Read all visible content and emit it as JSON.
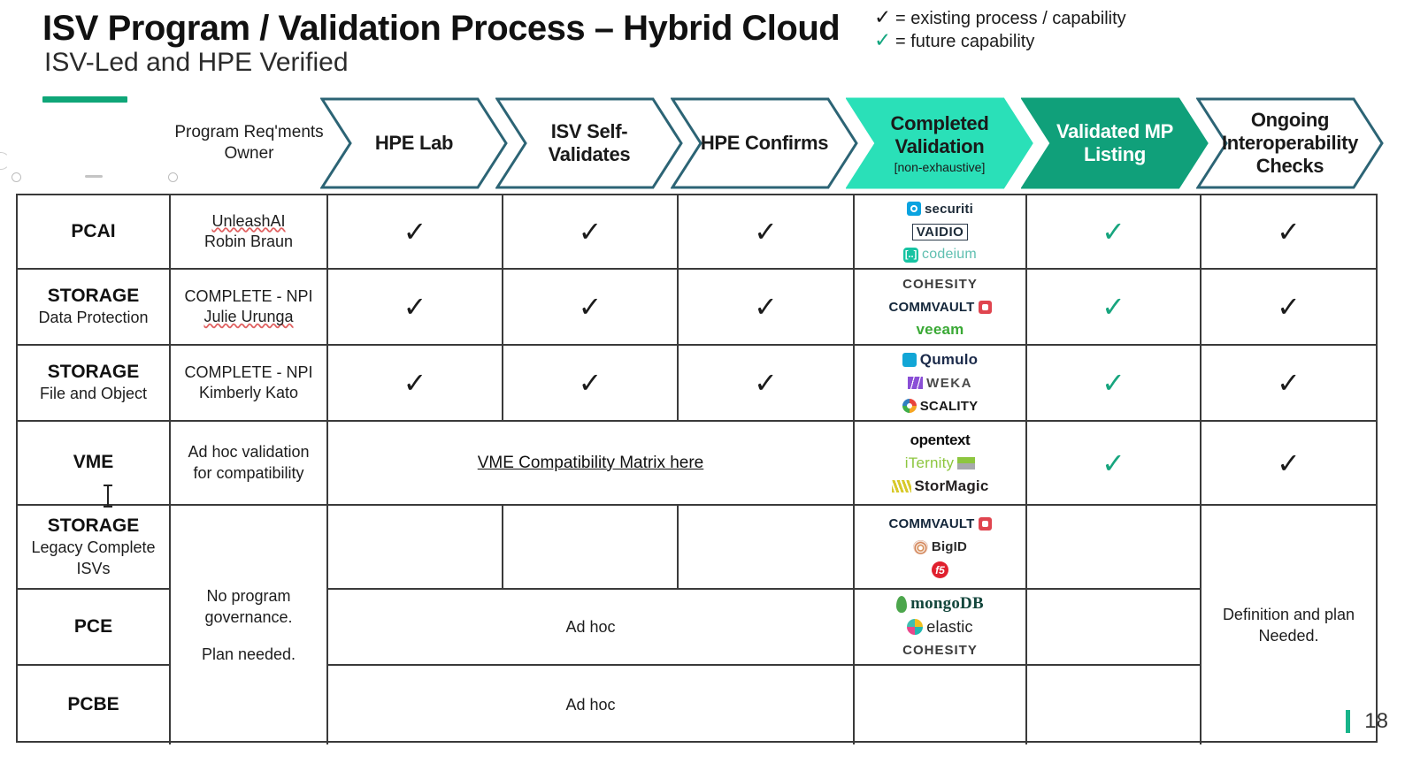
{
  "header": {
    "title": "ISV Program / Validation Process – Hybrid Cloud",
    "subtitle": "ISV-Led and HPE Verified"
  },
  "legend": {
    "tick_glyph": "✓",
    "items": [
      {
        "color": "#1a1a1a",
        "label": "= existing process / capability"
      },
      {
        "color": "#13a67f",
        "label": "= future capability"
      }
    ]
  },
  "colors": {
    "accent_green": "#0fa678",
    "chevron_outline": "#2c6475",
    "chevron_bright": "#2ae0b8",
    "chevron_dark": "#10a07a",
    "check_black": "#1b1b1b",
    "check_green": "#17a57e",
    "grid_line": "#3a3a3a"
  },
  "columns": {
    "segment": "",
    "owner_header": "Program Req'ments\nOwner",
    "owner_header_line1": "Program Req'ments",
    "owner_header_line2": "Owner",
    "chevrons": [
      {
        "label": "HPE Lab",
        "sub": "",
        "style": "outline"
      },
      {
        "label": "ISV Self-Validates",
        "line1": "ISV Self-",
        "line2": "Validates",
        "sub": "",
        "style": "outline"
      },
      {
        "label": "HPE Confirms",
        "line1": "HPE Confirms",
        "line2": "",
        "sub": "",
        "style": "outline"
      },
      {
        "label": "Completed Validation",
        "line1": "Completed",
        "line2": "Validation",
        "sub": "[non-exhaustive]",
        "style": "bright"
      },
      {
        "label": "Validated MP Listing",
        "line1": "Validated MP",
        "line2": "Listing",
        "sub": "",
        "style": "dark"
      },
      {
        "label": "Ongoing Interoperability Checks",
        "line1": "Ongoing",
        "line2": "Interoperability",
        "line3": "Checks",
        "sub": "",
        "style": "outline"
      }
    ]
  },
  "rows": [
    {
      "segment_title": "PCAI",
      "segment_sub": "",
      "owner_line1": "UnleashAI",
      "owner_line2": "Robin Braun",
      "owner_spell1": true,
      "owner_spell2": false,
      "hpe_lab": "✓",
      "isv_self": "✓",
      "hpe_confirms": "✓",
      "mp_listing": "✓",
      "ongoing": "✓",
      "logos": [
        {
          "name": "securiti",
          "text": "securiti",
          "mark": "m-securiti",
          "text_color": "#1d2b38"
        },
        {
          "name": "vaidio",
          "text": "VAIDIO",
          "mark": "vaidio-box",
          "text_color": "#1d2b38"
        },
        {
          "name": "codeium",
          "text": "codeium",
          "mark": "m-codeium",
          "text_color": "#5fbfb0"
        }
      ]
    },
    {
      "segment_title": "STORAGE",
      "segment_sub": "Data Protection",
      "owner_line1": "COMPLETE - NPI",
      "owner_line2": "Julie Urunga",
      "owner_spell1": false,
      "owner_spell2": true,
      "hpe_lab": "✓",
      "isv_self": "✓",
      "hpe_confirms": "✓",
      "mp_listing": "✓",
      "ongoing": "✓",
      "logos": [
        {
          "name": "cohesity",
          "text": "COHESITY",
          "mark": "none",
          "text_color": "#3c3c3c"
        },
        {
          "name": "commvault",
          "text": "COMMVAULT",
          "mark": "m-commvault",
          "text_color": "#13263a"
        },
        {
          "name": "veeam",
          "text": "veeam",
          "mark": "none",
          "text_color": "#3aa935"
        }
      ]
    },
    {
      "segment_title": "STORAGE",
      "segment_sub": "File and Object",
      "owner_line1": "COMPLETE - NPI",
      "owner_line2": "Kimberly Kato",
      "owner_spell1": false,
      "owner_spell2": false,
      "hpe_lab": "✓",
      "isv_self": "✓",
      "hpe_confirms": "✓",
      "mp_listing": "✓",
      "ongoing": "✓",
      "logos": [
        {
          "name": "qumulo",
          "text": "Qumulo",
          "mark": "m-qumulo",
          "text_color": "#1b2a4a"
        },
        {
          "name": "weka",
          "text": "WEKA",
          "mark": "m-weka",
          "text_color": "#4a4a4a"
        },
        {
          "name": "scality",
          "text": "SCALITY",
          "mark": "m-scality",
          "text_color": "#1a1a1a"
        }
      ]
    },
    {
      "segment_title": "VME",
      "segment_sub": "",
      "owner_line1": "Ad hoc validation",
      "owner_line2": "for compatibility",
      "owner_spell1": false,
      "owner_spell2": false,
      "span_link": "VME Compatibility Matrix here",
      "mp_listing": "✓",
      "ongoing": "✓",
      "logos": [
        {
          "name": "opentext",
          "text": "opentext",
          "mark": "none",
          "text_color": "#0d0d0d"
        },
        {
          "name": "iternity",
          "text": "iTernity",
          "mark": "m-iternity",
          "text_color": "#8dc63f"
        },
        {
          "name": "stormagic",
          "text": "StorMagic",
          "mark": "m-storm",
          "text_color": "#231f20"
        }
      ]
    },
    {
      "segment_title": "STORAGE",
      "segment_sub": "Legacy Complete\nISVs",
      "segment_sub_line1": "Legacy Complete",
      "segment_sub_line2": "ISVs",
      "hpe_lab": "",
      "isv_self": "",
      "hpe_confirms": "",
      "mp_listing": "",
      "ongoing": "",
      "logos": [
        {
          "name": "commvault",
          "text": "COMMVAULT",
          "mark": "m-commvault",
          "text_color": "#13263a"
        },
        {
          "name": "bigid",
          "text": "BigID",
          "mark": "m-bigid",
          "text_color": "#2b2b2b"
        },
        {
          "name": "f5",
          "text": "",
          "mark": "m-f5",
          "text_color": "#e0202e"
        }
      ]
    },
    {
      "segment_title": "PCE",
      "segment_sub": "",
      "span_text": "Ad hoc",
      "mp_listing": "",
      "ongoing": "",
      "logos": [
        {
          "name": "mongodb",
          "text": "mongoDB",
          "mark": "m-mongo",
          "text_color": "#13463c"
        },
        {
          "name": "elastic",
          "text": "elastic",
          "mark": "m-elastic",
          "text_color": "#222"
        },
        {
          "name": "cohesity",
          "text": "COHESITY",
          "mark": "none",
          "text_color": "#3c3c3c"
        }
      ]
    },
    {
      "segment_title": "PCBE",
      "segment_sub": "",
      "span_text": "Ad hoc",
      "mp_listing": "",
      "ongoing": "",
      "logos": []
    }
  ],
  "merged": {
    "governance_line1": "No program",
    "governance_line2": "governance.",
    "governance_line3": "Plan needed.",
    "definition_line1": "Definition and plan",
    "definition_line2": "Needed."
  },
  "footer": {
    "slide_number": "18"
  }
}
